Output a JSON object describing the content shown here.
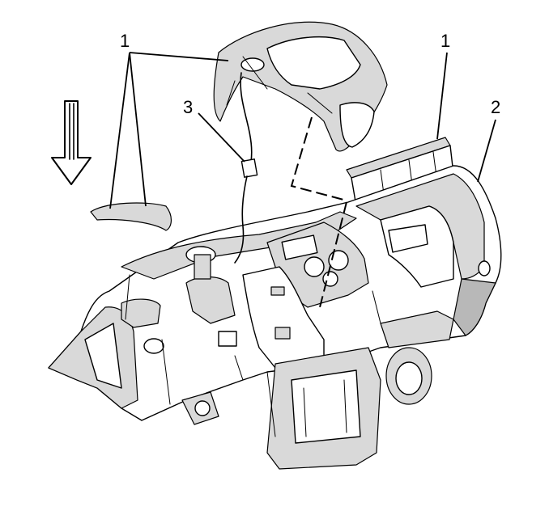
{
  "callouts": {
    "c1_left": "1",
    "c1_right": "1",
    "c2": "2",
    "c3": "3"
  },
  "icons": {
    "arrow": "down-arrow-icon"
  }
}
